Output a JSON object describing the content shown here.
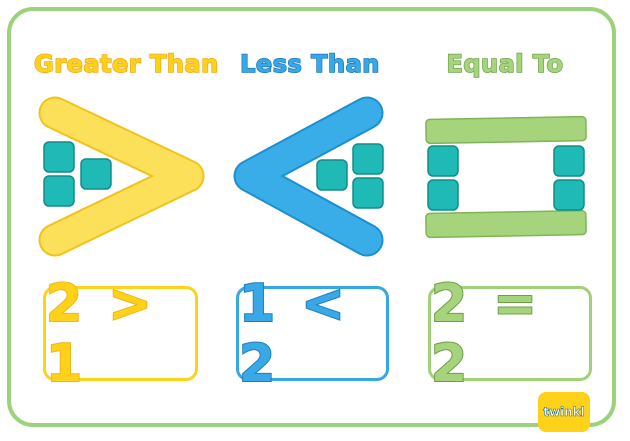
{
  "headings": {
    "greater": "Greater Than",
    "less": "Less Than",
    "equal": "Equal To"
  },
  "examples": {
    "greater": "2 > 1",
    "less": "1 < 2",
    "equal": "2 = 2"
  },
  "logo": "twinkl",
  "colors": {
    "greater": "#ffd21a",
    "less": "#3aa8e6",
    "equal": "#a6d47c",
    "cube": "#1fbab6",
    "frame": "#9bd27a"
  },
  "icons": [
    "greater-than-symbol",
    "less-than-symbol",
    "equal-to-symbol",
    "counting-cube"
  ]
}
